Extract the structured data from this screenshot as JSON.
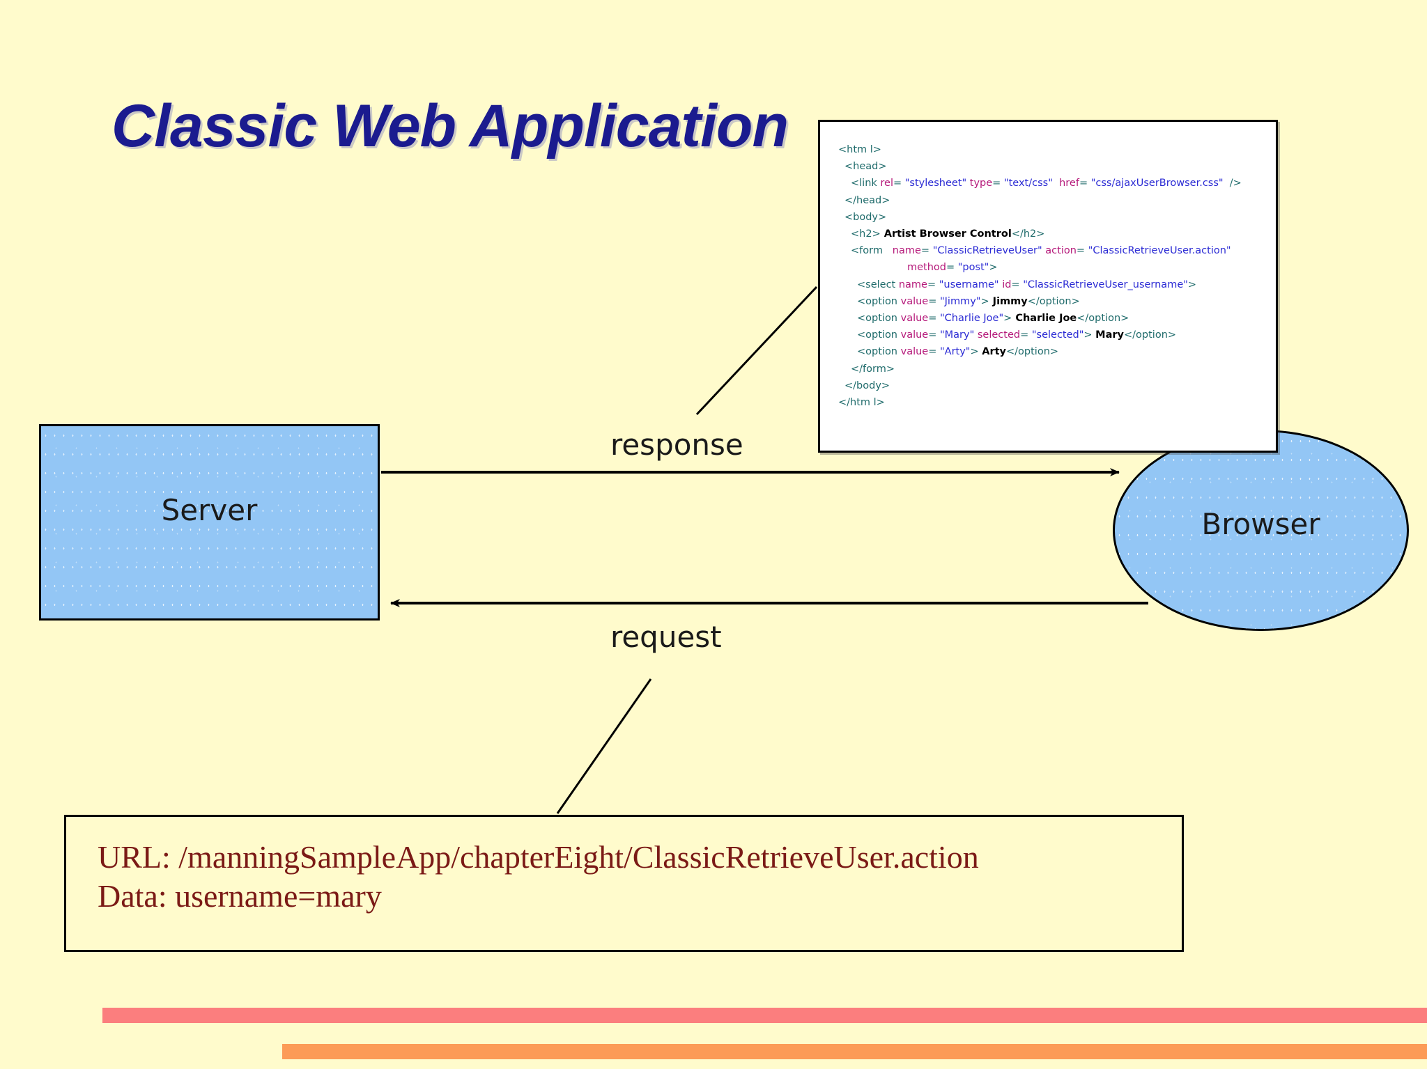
{
  "slide": {
    "title": "Classic Web Application",
    "background_color": "#FFFBCC",
    "title_color": "#1B1B8F"
  },
  "diagram": {
    "server": {
      "label": "Server",
      "fill": "#93C6F5",
      "stroke": "#000000"
    },
    "browser": {
      "label": "Browser",
      "fill": "#93C6F5",
      "stroke": "#000000"
    },
    "arrows": [
      {
        "name": "response",
        "label": "response",
        "direction": "server-to-browser"
      },
      {
        "name": "request",
        "label": "request",
        "direction": "browser-to-server"
      }
    ]
  },
  "code_callout": {
    "lines": [
      {
        "indent": 0,
        "parts": [
          {
            "t": "tag",
            "s": "<htm l>"
          }
        ]
      },
      {
        "indent": 1,
        "parts": [
          {
            "t": "tag",
            "s": "<head>"
          }
        ]
      },
      {
        "indent": 2,
        "parts": [
          {
            "t": "tag",
            "s": "<link "
          },
          {
            "t": "attr",
            "s": "rel"
          },
          {
            "t": "tag",
            "s": "= "
          },
          {
            "t": "val",
            "s": "\"stylesheet\""
          },
          {
            "t": "tag",
            "s": " "
          },
          {
            "t": "attr",
            "s": "type"
          },
          {
            "t": "tag",
            "s": "= "
          },
          {
            "t": "val",
            "s": "\"text/css\""
          },
          {
            "t": "tag",
            "s": "  "
          },
          {
            "t": "attr",
            "s": "href"
          },
          {
            "t": "tag",
            "s": "= "
          },
          {
            "t": "val",
            "s": "\"css/ajaxUserBrowser.css\""
          },
          {
            "t": "tag",
            "s": "  />"
          }
        ]
      },
      {
        "indent": 1,
        "parts": [
          {
            "t": "tag",
            "s": "</head>"
          }
        ]
      },
      {
        "indent": 1,
        "parts": [
          {
            "t": "tag",
            "s": "<body>"
          }
        ]
      },
      {
        "indent": 2,
        "parts": [
          {
            "t": "tag",
            "s": "<h2>"
          },
          {
            "t": "txt",
            "s": " Artist Browser Control"
          },
          {
            "t": "tag",
            "s": "</h2>"
          }
        ]
      },
      {
        "indent": 2,
        "parts": [
          {
            "t": "tag",
            "s": "<form   "
          },
          {
            "t": "attr",
            "s": "name"
          },
          {
            "t": "tag",
            "s": "= "
          },
          {
            "t": "val",
            "s": "\"ClassicRetrieveUser\""
          },
          {
            "t": "tag",
            "s": " "
          },
          {
            "t": "attr",
            "s": "action"
          },
          {
            "t": "tag",
            "s": "= "
          },
          {
            "t": "val",
            "s": "\"ClassicRetrieveUser.action\""
          }
        ]
      },
      {
        "indent": 11,
        "parts": [
          {
            "t": "attr",
            "s": "method"
          },
          {
            "t": "tag",
            "s": "= "
          },
          {
            "t": "val",
            "s": "\"post\""
          },
          {
            "t": "tag",
            "s": ">"
          }
        ]
      },
      {
        "indent": 3,
        "parts": [
          {
            "t": "tag",
            "s": "<select "
          },
          {
            "t": "attr",
            "s": "name"
          },
          {
            "t": "tag",
            "s": "= "
          },
          {
            "t": "val",
            "s": "\"username\""
          },
          {
            "t": "tag",
            "s": " "
          },
          {
            "t": "attr",
            "s": "id"
          },
          {
            "t": "tag",
            "s": "= "
          },
          {
            "t": "val",
            "s": "\"ClassicRetrieveUser_username\""
          },
          {
            "t": "tag",
            "s": ">"
          }
        ]
      },
      {
        "indent": 3,
        "parts": [
          {
            "t": "tag",
            "s": "<option "
          },
          {
            "t": "attr",
            "s": "value"
          },
          {
            "t": "tag",
            "s": "= "
          },
          {
            "t": "val",
            "s": "\"Jimmy\""
          },
          {
            "t": "tag",
            "s": ">"
          },
          {
            "t": "txt",
            "s": " Jimmy"
          },
          {
            "t": "tag",
            "s": "</option>"
          }
        ]
      },
      {
        "indent": 3,
        "parts": [
          {
            "t": "tag",
            "s": "<option "
          },
          {
            "t": "attr",
            "s": "value"
          },
          {
            "t": "tag",
            "s": "= "
          },
          {
            "t": "val",
            "s": "\"Charlie Joe\""
          },
          {
            "t": "tag",
            "s": ">"
          },
          {
            "t": "txt",
            "s": " Charlie Joe"
          },
          {
            "t": "tag",
            "s": "</option>"
          }
        ]
      },
      {
        "indent": 3,
        "parts": [
          {
            "t": "tag",
            "s": "<option "
          },
          {
            "t": "attr",
            "s": "value"
          },
          {
            "t": "tag",
            "s": "= "
          },
          {
            "t": "val",
            "s": "\"Mary\""
          },
          {
            "t": "tag",
            "s": " "
          },
          {
            "t": "attr",
            "s": "selected"
          },
          {
            "t": "tag",
            "s": "= "
          },
          {
            "t": "val",
            "s": "\"selected\""
          },
          {
            "t": "tag",
            "s": "> "
          },
          {
            "t": "txt",
            "s": "Mary"
          },
          {
            "t": "tag",
            "s": "</option>"
          }
        ]
      },
      {
        "indent": 3,
        "parts": [
          {
            "t": "tag",
            "s": "<option "
          },
          {
            "t": "attr",
            "s": "value"
          },
          {
            "t": "tag",
            "s": "= "
          },
          {
            "t": "val",
            "s": "\"Arty\""
          },
          {
            "t": "tag",
            "s": "> "
          },
          {
            "t": "txt",
            "s": "Arty"
          },
          {
            "t": "tag",
            "s": "</option>"
          }
        ]
      },
      {
        "indent": 2,
        "parts": [
          {
            "t": "tag",
            "s": "</form>"
          }
        ]
      },
      {
        "indent": 1,
        "parts": [
          {
            "t": "tag",
            "s": "</body>"
          }
        ]
      },
      {
        "indent": 0,
        "parts": [
          {
            "t": "tag",
            "s": "</htm l>"
          }
        ]
      }
    ]
  },
  "url_callout": {
    "line1": "URL: /manningSampleApp/chapterEight/ClassicRetrieveUser.action",
    "line2": "Data: username=mary",
    "text_color": "#7B1A16"
  },
  "footer": {
    "bar_red_color": "#FB7E7E",
    "bar_orange_color": "#FC9B57"
  }
}
